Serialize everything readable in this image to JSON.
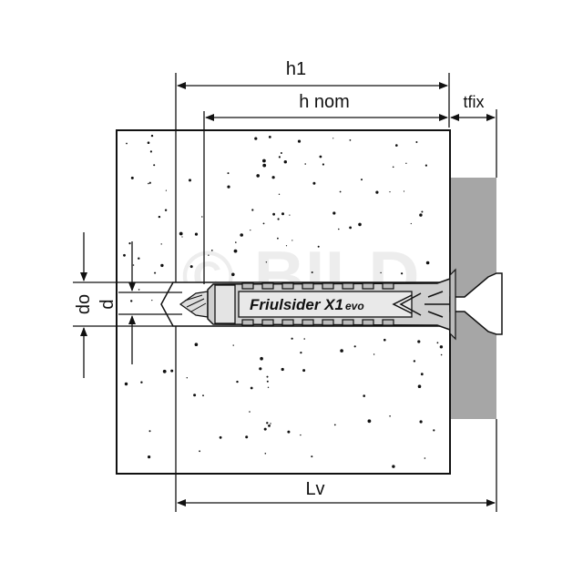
{
  "dimensions": {
    "h1": "h1",
    "h_nom": "h nom",
    "tfix": "tfix",
    "lv": "Lv",
    "do": "do",
    "d": "d"
  },
  "product": {
    "name": "Friulsider X1",
    "suffix": "evo"
  },
  "watermark": "© BILD",
  "colors": {
    "fixture": "#a6a6a6",
    "dowel": "#cfcfcf",
    "line": "#111111"
  }
}
